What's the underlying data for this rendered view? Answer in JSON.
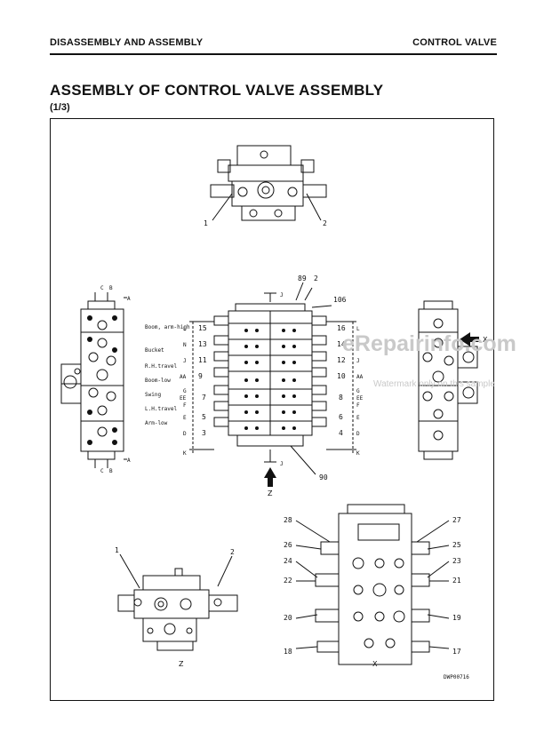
{
  "header": {
    "left": "DISASSEMBLY AND ASSEMBLY",
    "right": "CONTROL VALVE"
  },
  "title": "ASSEMBLY OF CONTROL VALVE ASSEMBLY",
  "subtitle": "(1/3)",
  "figure_code": "DWP00716",
  "watermark": {
    "main": "eRepairinfo.com",
    "sub": "Watermark only on this sample"
  },
  "view_labels": {
    "z_arrow": "Z",
    "z_view": "Z",
    "x_view": "X",
    "x_arrow": "X"
  },
  "section_letters": [
    "L",
    "N",
    "J",
    "AA",
    "G",
    "EE",
    "F",
    "E",
    "D",
    "K",
    "A",
    "B",
    "C"
  ],
  "port_labels": [
    "Boom, arm-high",
    "Bucket",
    "R.H.travel",
    "Boom-low",
    "Swing",
    "L.H.travel",
    "Arm-low"
  ],
  "callouts": {
    "top_view": [
      "1",
      "2"
    ],
    "main_left": [
      "15",
      "13",
      "11",
      "9",
      "7",
      "5",
      "3"
    ],
    "main_right": [
      "16",
      "14",
      "12",
      "10",
      "8",
      "6",
      "4"
    ],
    "main_top": [
      "89",
      "2",
      "106"
    ],
    "main_bottom": [
      "90"
    ],
    "z_view": [
      "1",
      "2"
    ],
    "x_left": [
      "28",
      "26",
      "24",
      "22",
      "20",
      "18"
    ],
    "x_right": [
      "27",
      "25",
      "23",
      "21",
      "19",
      "17"
    ]
  }
}
